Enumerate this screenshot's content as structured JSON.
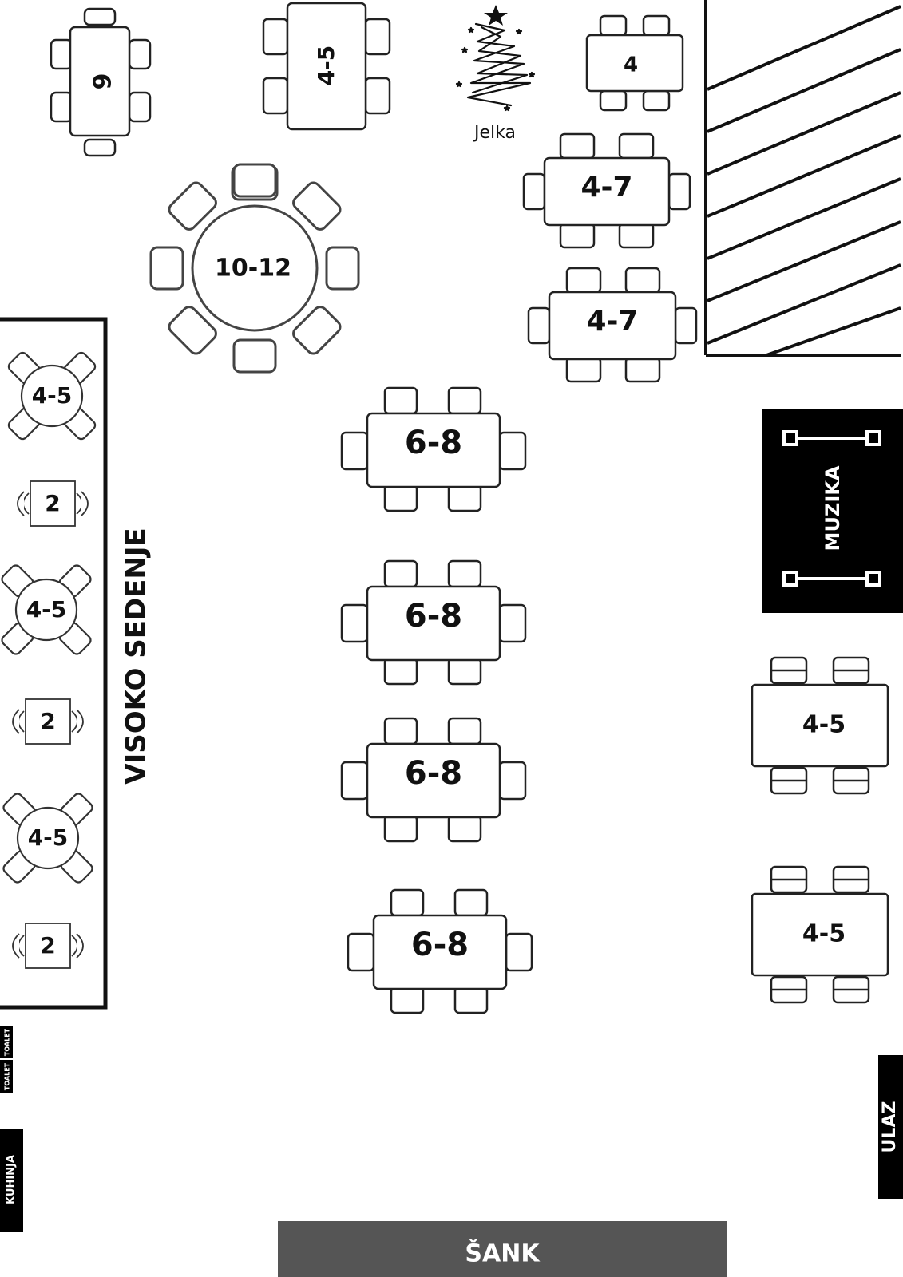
{
  "tree_label": "Jelka",
  "zones": {
    "visoko": "VISOKO SEDENJE",
    "muzika": "MUZIKA",
    "ulaz": "ULAZ",
    "kuhinja": "KUHINJA",
    "toalet_1": "TOALET",
    "toalet_2": "TOALET",
    "sank": "ŠANK"
  },
  "tables": {
    "t01": "6",
    "t02": "4-5",
    "t03": "4",
    "t04": "4-7",
    "t05": "4-7",
    "t06": "10-12",
    "t07": "4-5",
    "t08": "2",
    "t09": "4-5",
    "t10": "2",
    "t11": "4-5",
    "t12": "2",
    "t13": "6-8",
    "t14": "6-8",
    "t15": "6-8",
    "t16": "6-8",
    "t17": "4-5",
    "t18": "4-5"
  },
  "colors": {
    "line": "#222222",
    "zone_dark": "#000000",
    "bar": "#555555"
  }
}
